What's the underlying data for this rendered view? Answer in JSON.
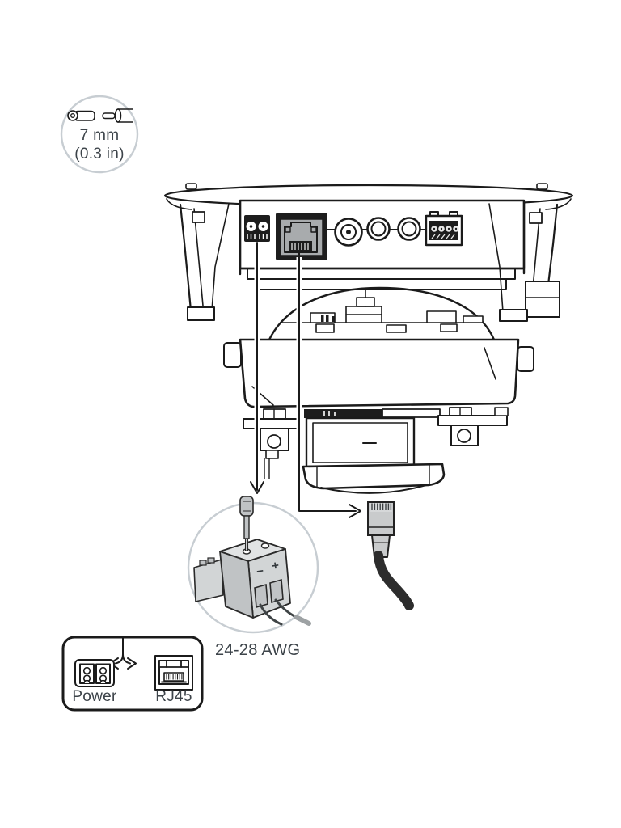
{
  "page": {
    "background": "#ffffff",
    "description": "Dome camera power and network connection installation diagram"
  },
  "callouts": {
    "wire_strip": {
      "line1": "7 mm",
      "line2": "(0.3 in)"
    },
    "power_connector": {
      "minus": "−",
      "plus": "+",
      "wire_gauge": "24-28 AWG"
    }
  },
  "legend": {
    "power_label": "Power",
    "rj45_label": "RJ45"
  },
  "icons": {
    "wire_ferrule": "ferrule-icon",
    "stripped_wire": "stripped-wire-icon",
    "power_terminal_port": "power-terminal-port-icon",
    "rj45_port": "rj45-port-icon",
    "bnc_connector": "bnc-connector-icon",
    "audio_jack": "audio-jack-icon",
    "io_terminal_port": "io-terminal-port-icon",
    "screwdriver": "screwdriver-icon",
    "terminal_block": "terminal-block-icon",
    "ethernet_plug": "ethernet-plug-icon",
    "down_arrow": "down-arrow-icon",
    "right_arrow": "right-arrow-icon",
    "branch_arrows": "branch-arrows-icon",
    "power_legend": "power-connector-icon",
    "rj45_legend": "rj45-jack-icon"
  },
  "colors": {
    "line": "#1b1b1b",
    "detail_circle_stroke": "#c7cdd2",
    "label_text": "#3d444a",
    "connector_gray": "#cfd2d4",
    "rj45_face_gray": "#a8abad",
    "port_dark": "#1d1d1d",
    "cable_black": "#2d2d2d"
  }
}
